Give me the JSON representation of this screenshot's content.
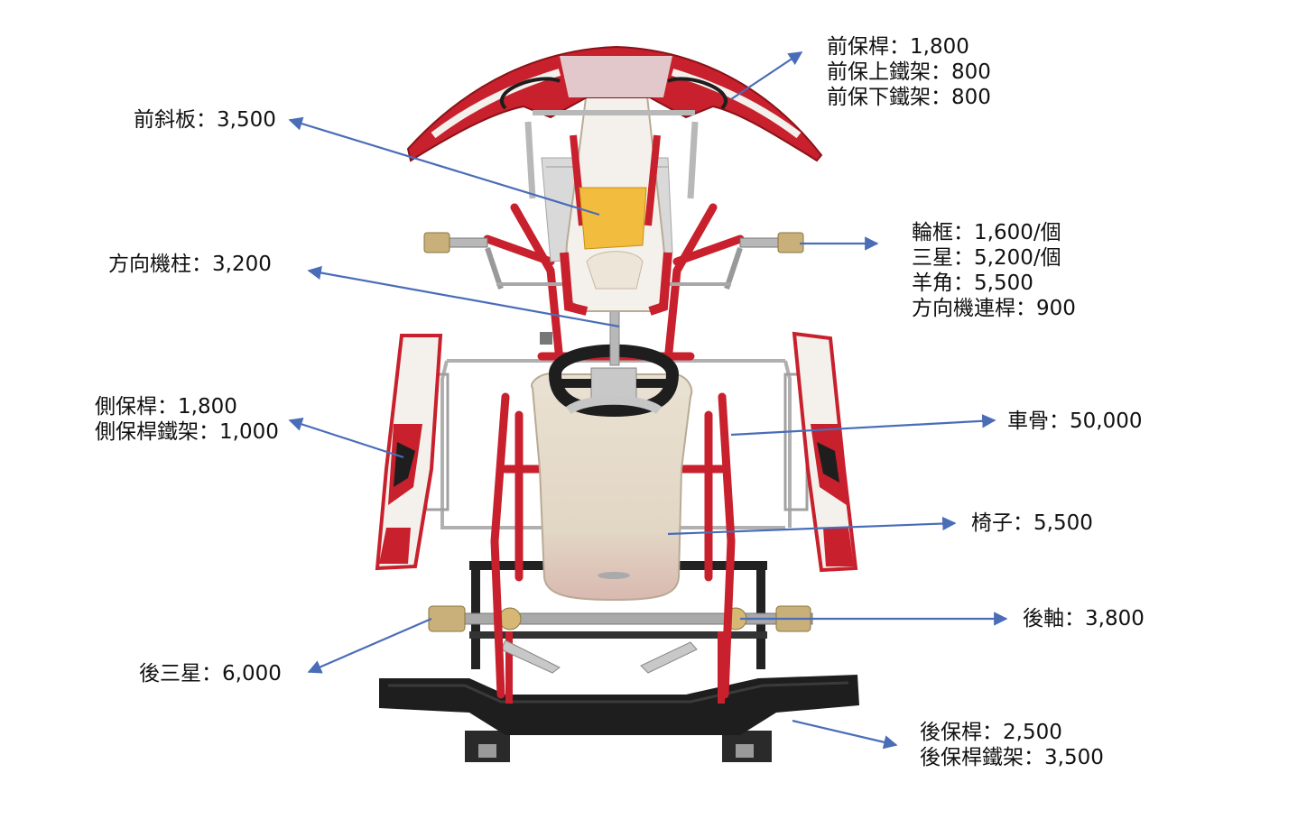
{
  "labels": {
    "front_bumper": [
      "前保桿：1,800",
      "前保上鐵架：800",
      "前保下鐵架：800"
    ],
    "front_panel": [
      "前斜板：3,500"
    ],
    "steering_column": [
      "方向機柱：3,200"
    ],
    "wheel_parts": [
      "輪框：1,600/個",
      "三星：5,200/個",
      "羊角：5,500",
      "方向機連桿：900"
    ],
    "side_bumper": [
      "側保桿：1,800",
      "側保桿鐵架：1,000"
    ],
    "chassis": [
      "車骨：50,000"
    ],
    "seat": [
      "椅子：5,500"
    ],
    "rear_axle": [
      "後軸：3,800"
    ],
    "rear_hub": [
      "後三星：6,000"
    ],
    "rear_bumper": [
      "後保桿：2,500",
      "後保桿鐵架：3,500"
    ]
  },
  "colors": {
    "arrow": "#4a6db8",
    "frame_red": "#c8202c",
    "body_white": "#f4f1ec",
    "metal": "#b8b8b8",
    "black": "#1e1e1e"
  }
}
